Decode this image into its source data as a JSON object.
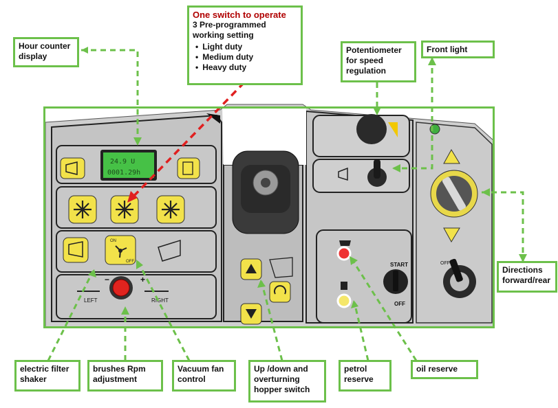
{
  "callouts": {
    "hour_counter": "Hour counter display",
    "one_switch_title": "One switch to operate",
    "one_switch_subtitle": "3 Pre-programmed working setting",
    "one_switch_items": [
      "Light duty",
      "Medium duty",
      "Heavy duty"
    ],
    "potentiometer": "Potentiometer for speed regulation",
    "front_light": "Front light",
    "directions": "Directions forward/rear",
    "electric_filter": "electric filter shaker",
    "brushes_rpm": "brushes Rpm adjustment",
    "vacuum_fan": "Vacuum fan control",
    "hopper_switch": "Up /down and overturning hopper switch",
    "petrol_reserve": "petrol reserve",
    "oil_reserve": "oil reserve"
  },
  "panel": {
    "lcd_line1": "24.9 U",
    "lcd_line2": "0001.29h",
    "brush_left": "LEFT",
    "brush_right": "RIGHT",
    "minus": "−",
    "plus": "+",
    "fan_on": "ON",
    "fan_off": "OFF",
    "key_start": "START",
    "key_off": "OFF",
    "dir_key_off": "OFF"
  },
  "colors": {
    "callout_border": "#6cc04a",
    "arrow_green": "#6cc04a",
    "arrow_red": "#e02020",
    "button_yellow": "#f2e24a",
    "panel_grey": "#c9c9c9"
  }
}
